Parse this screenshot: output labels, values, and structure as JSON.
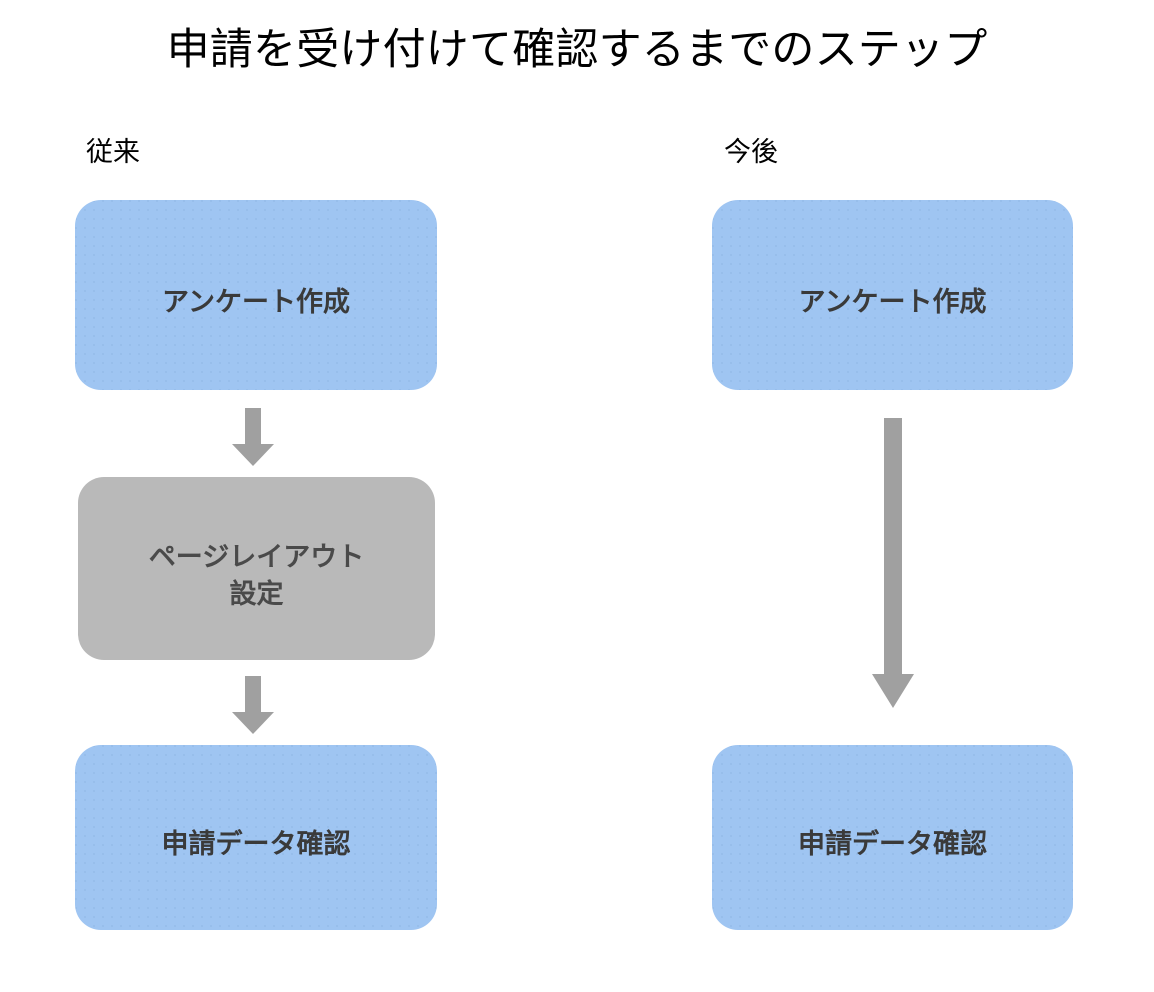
{
  "diagram": {
    "title": "申請を受け付けて確認するまでのステップ",
    "type": "flowchart",
    "orientation": "vertical",
    "background_color": "#ffffff",
    "colors": {
      "box_blue": "#9fc5f2",
      "box_gray": "#b9b9b9",
      "arrow_gray": "#a0a0a0",
      "box_text": "#3a3a3a",
      "title_text": "#000000"
    },
    "columns": [
      {
        "id": "before",
        "caption": "従来",
        "nodes": [
          {
            "id": "before-1",
            "label": "アンケート作成",
            "color": "blue"
          },
          {
            "id": "before-2",
            "label": "ページレイアウト\n設定",
            "color": "gray"
          },
          {
            "id": "before-3",
            "label": "申請データ確認",
            "color": "blue"
          }
        ],
        "arrows": [
          {
            "id": "arrow-before-1",
            "from": "before-1",
            "to": "before-2",
            "direction": "down",
            "length": "short"
          },
          {
            "id": "arrow-before-2",
            "from": "before-2",
            "to": "before-3",
            "direction": "down",
            "length": "short"
          }
        ]
      },
      {
        "id": "after",
        "caption": "今後",
        "nodes": [
          {
            "id": "after-1",
            "label": "アンケート作成",
            "color": "blue"
          },
          {
            "id": "after-2",
            "label": "申請データ確認",
            "color": "blue"
          }
        ],
        "arrows": [
          {
            "id": "arrow-after-1",
            "from": "after-1",
            "to": "after-2",
            "direction": "down",
            "length": "long"
          }
        ]
      }
    ]
  }
}
